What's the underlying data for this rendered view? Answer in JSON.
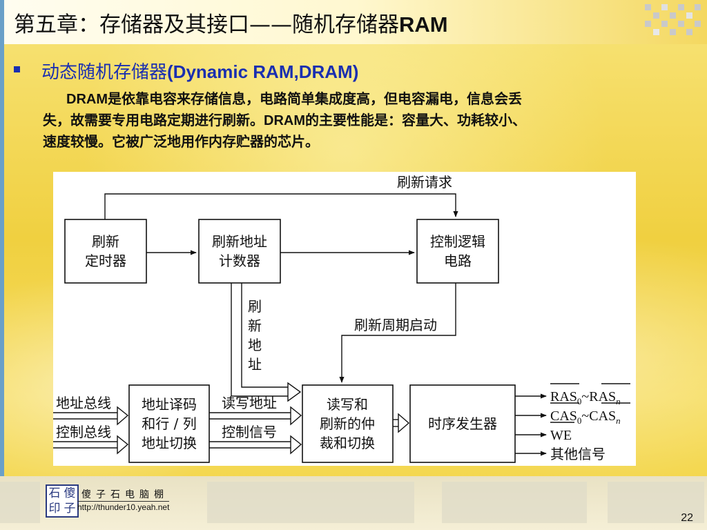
{
  "slide": {
    "title_cn": "第五章：存储器及其接口——随机存储器",
    "title_en": "RAM",
    "heading_cn": "动态随机存储器",
    "heading_en": "(Dynamic RAM,DRAM)",
    "paragraph": {
      "l1_a": "DRAM",
      "l1_b": "是依靠电容来存储信息，电路简单集成度高，但电容漏电，信息会丢",
      "l2_a": "失，故需要专用电路定期进行刷新。",
      "l2_b": "DRAM",
      "l2_c": "的主要性能是：容量大、功耗较小、",
      "l3": "速度较慢。它被广泛地用作内存贮器的芯片。"
    },
    "page_number": "22"
  },
  "diagram": {
    "boxes": {
      "refresh_timer": [
        "刷新",
        "定时器"
      ],
      "refresh_addr_counter": [
        "刷新地址",
        "计数器"
      ],
      "control_logic": [
        "控制逻辑",
        "电路"
      ],
      "addr_decode": [
        "地址译码",
        "和行 / 列",
        "地址切换"
      ],
      "arbiter": [
        "读写和",
        "刷新的仲",
        "裁和切换"
      ],
      "timing_gen": "时序发生器"
    },
    "labels": {
      "refresh_request": "刷新请求",
      "refresh_cycle_start": "刷新周期启动",
      "refresh_address_vertical": [
        "刷",
        "新",
        "地",
        "址"
      ],
      "addr_bus": "地址总线",
      "ctrl_bus": "控制总线",
      "rw_addr": "读写地址",
      "ctrl_signal": "控制信号"
    },
    "outputs": {
      "ras_a": "RAS",
      "ras_sub0": "0",
      "ras_tilde": "~",
      "ras_b": "RAS",
      "ras_subn": "n",
      "cas_a": "CAS",
      "cas_sub0": "0",
      "cas_tilde": "~",
      "cas_b": "CAS",
      "cas_subn": "n",
      "we": "WE",
      "other": "其他信号"
    }
  },
  "footer": {
    "stamp_chars": [
      "石",
      "傻",
      "印",
      "子"
    ],
    "site_name": "傻子石电脑棚",
    "url": "http://thunder10.yeah.net"
  }
}
